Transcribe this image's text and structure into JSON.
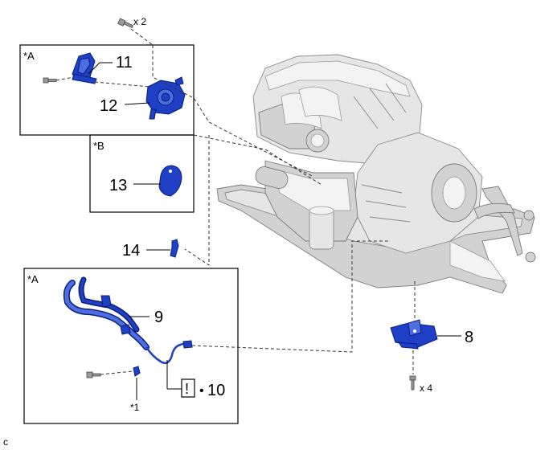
{
  "callouts": {
    "bolt_top_qty": "x 2",
    "bolt_bottom_qty": "x 4",
    "frame_a1_tag": "*A",
    "frame_b_tag": "*B",
    "frame_a2_tag": "*A",
    "note_1": "*1",
    "figure_code": "c"
  },
  "parts": {
    "p8": "8",
    "p9": "9",
    "p10": "10",
    "p11": "11",
    "p12": "12",
    "p13": "13",
    "p14": "14"
  },
  "symbols": {
    "caution_mark": "!",
    "bullet": "•"
  },
  "colors": {
    "part_fill": "#1f3fc4",
    "part_light": "#4c6ee0",
    "engine_gray": "#e6e6e6"
  }
}
